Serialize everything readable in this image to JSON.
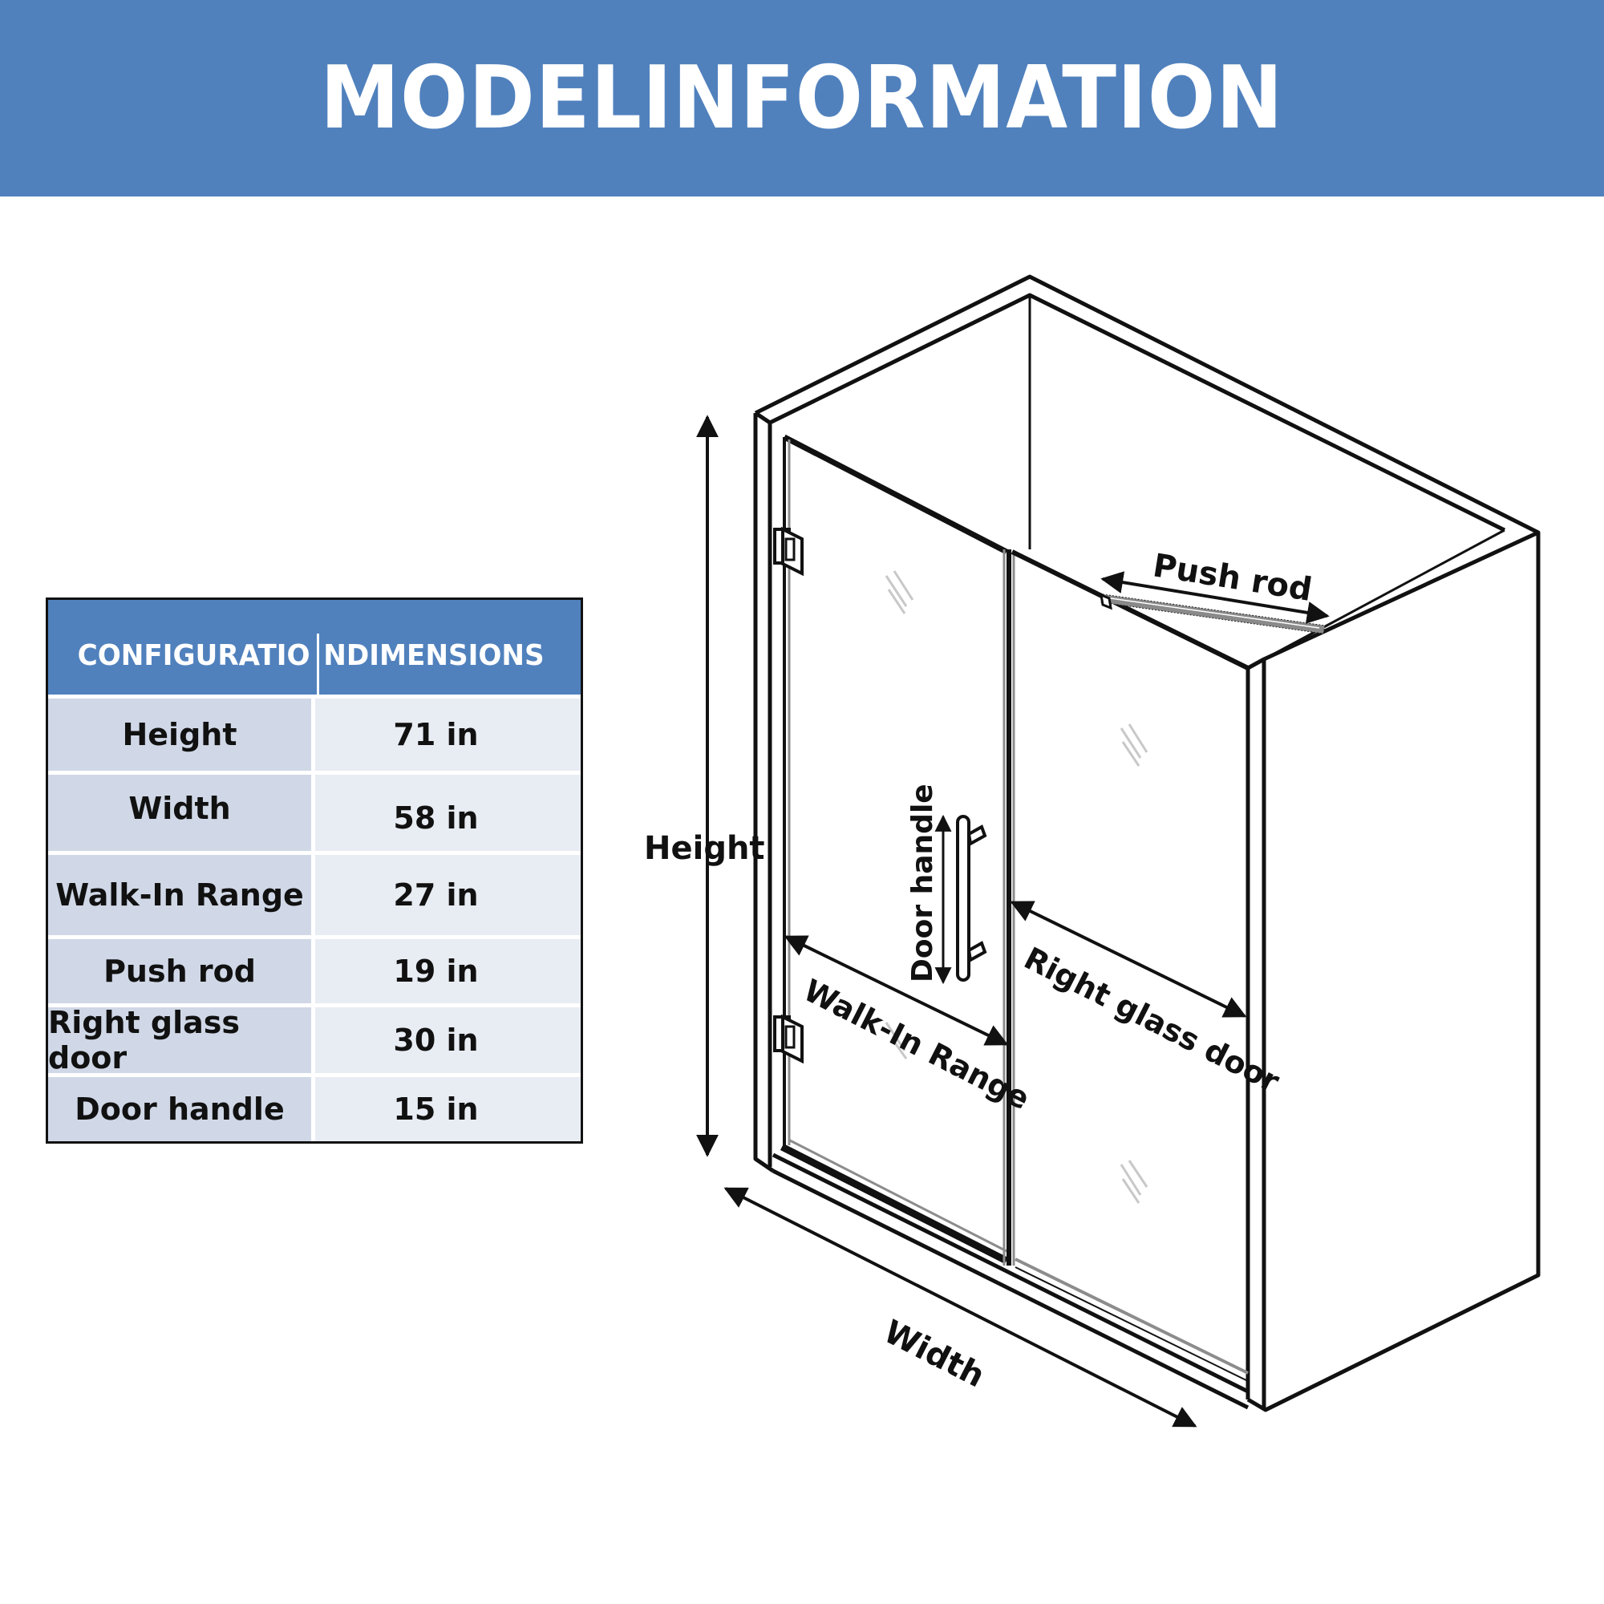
{
  "banner": {
    "title": "MODELINFORMATION",
    "background_color": "#5081bd",
    "text_color": "#ffffff"
  },
  "spec_table": {
    "columns": [
      "CONFIGURATIO",
      "NDIMENSIONS"
    ],
    "header_color": "#5081bd",
    "label_cell_color": "#d0d8e7",
    "value_cell_color": "#e8ecf3",
    "rows": [
      {
        "label": "Height",
        "value": "71 in"
      },
      {
        "label": "Width",
        "value": "58 in"
      },
      {
        "label": "Walk-In Range",
        "value": "27 in"
      },
      {
        "label": "Push rod",
        "value": "19 in"
      },
      {
        "label": "Right glass door",
        "value": "30 in"
      },
      {
        "label": "Door handle",
        "value": "15 in"
      }
    ]
  },
  "diagram": {
    "labels": {
      "height": "Height",
      "width": "Width",
      "walk_in_range": "Walk-In Range",
      "push_rod": "Push rod",
      "right_glass_door": "Right glass door",
      "door_handle": "Door handle"
    },
    "line_color": "#111111",
    "glass_edge_color": "#8c8c8c",
    "reflection_color": "#c8c8c8"
  }
}
